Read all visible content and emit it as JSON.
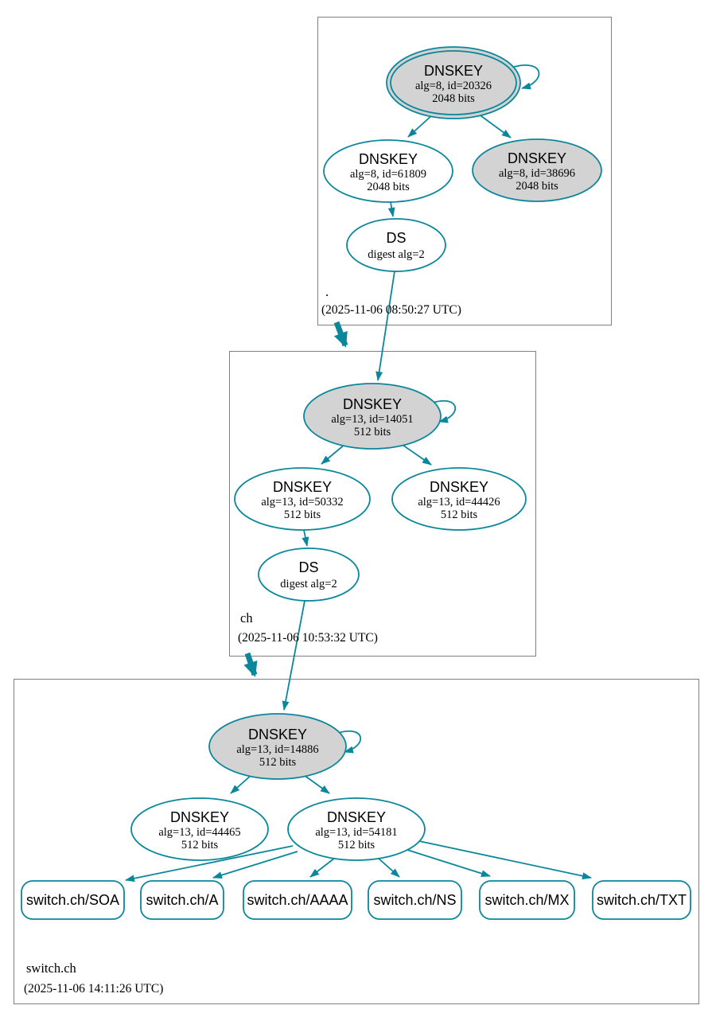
{
  "diagram": {
    "type": "dnssec-authentication-chain",
    "colors": {
      "edge": "#0a879a",
      "ksk_fill": "#d3d3d3",
      "node_fill": "#ffffff",
      "zone_border": "#7f7f7f",
      "text": "#000000"
    },
    "zones": [
      {
        "label": ".",
        "timestamp": "(2025-11-06 08:50:27 UTC)",
        "nodes": {
          "ksk": {
            "title": "DNSKEY",
            "detail": "alg=8, id=20326",
            "bits": "2048 bits"
          },
          "zsk": {
            "title": "DNSKEY",
            "detail": "alg=8, id=61809",
            "bits": "2048 bits"
          },
          "key2": {
            "title": "DNSKEY",
            "detail": "alg=8, id=38696",
            "bits": "2048 bits"
          },
          "ds": {
            "title": "DS",
            "detail": "digest alg=2"
          }
        }
      },
      {
        "label": "ch",
        "timestamp": "(2025-11-06 10:53:32 UTC)",
        "nodes": {
          "ksk": {
            "title": "DNSKEY",
            "detail": "alg=13, id=14051",
            "bits": "512 bits"
          },
          "zsk": {
            "title": "DNSKEY",
            "detail": "alg=13, id=50332",
            "bits": "512 bits"
          },
          "key2": {
            "title": "DNSKEY",
            "detail": "alg=13, id=44426",
            "bits": "512 bits"
          },
          "ds": {
            "title": "DS",
            "detail": "digest alg=2"
          }
        }
      },
      {
        "label": "switch.ch",
        "timestamp": "(2025-11-06 14:11:26 UTC)",
        "nodes": {
          "ksk": {
            "title": "DNSKEY",
            "detail": "alg=13, id=14886",
            "bits": "512 bits"
          },
          "key2": {
            "title": "DNSKEY",
            "detail": "alg=13, id=44465",
            "bits": "512 bits"
          },
          "zsk": {
            "title": "DNSKEY",
            "detail": "alg=13, id=54181",
            "bits": "512 bits"
          }
        },
        "rrsets": [
          "switch.ch/SOA",
          "switch.ch/A",
          "switch.ch/AAAA",
          "switch.ch/NS",
          "switch.ch/MX",
          "switch.ch/TXT"
        ]
      }
    ]
  }
}
